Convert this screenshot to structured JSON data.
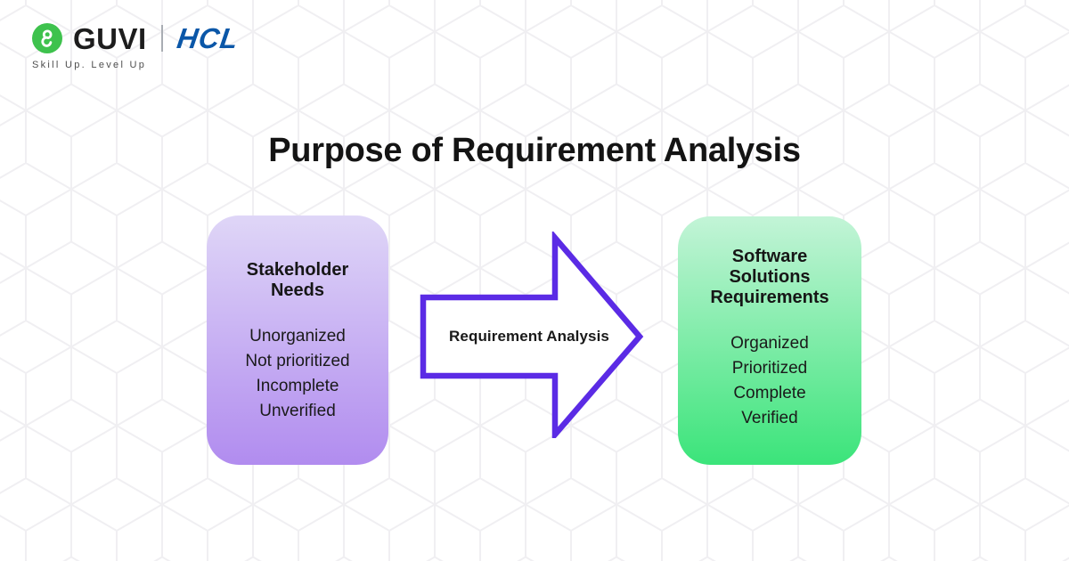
{
  "brand": {
    "guvi_label": "GUVI",
    "hcl_label": "HCL",
    "tagline": "Skill Up. Level Up",
    "icon": "guvi-g-icon"
  },
  "title": "Purpose of Requirement Analysis",
  "diagram": {
    "left_box": {
      "heading": "Stakeholder Needs",
      "items": [
        "Unorganized",
        "Not prioritized",
        "Incomplete",
        "Unverified"
      ]
    },
    "arrow": {
      "label": "Requirement Analysis"
    },
    "right_box": {
      "heading": "Software Solutions Requirements",
      "items": [
        "Organized",
        "Prioritized",
        "Complete",
        "Verified"
      ]
    }
  },
  "theme": {
    "icon_green": "#3EC24D",
    "hcl_blue": "#0B57A8",
    "purple_top": "#DFD6F7",
    "purple_bottom": "#B18CEF",
    "green_top": "#C3F4D7",
    "green_bottom": "#3BE47A",
    "arrow_purple": "#5B2BE5",
    "pattern_line": "#F0EFF2"
  }
}
